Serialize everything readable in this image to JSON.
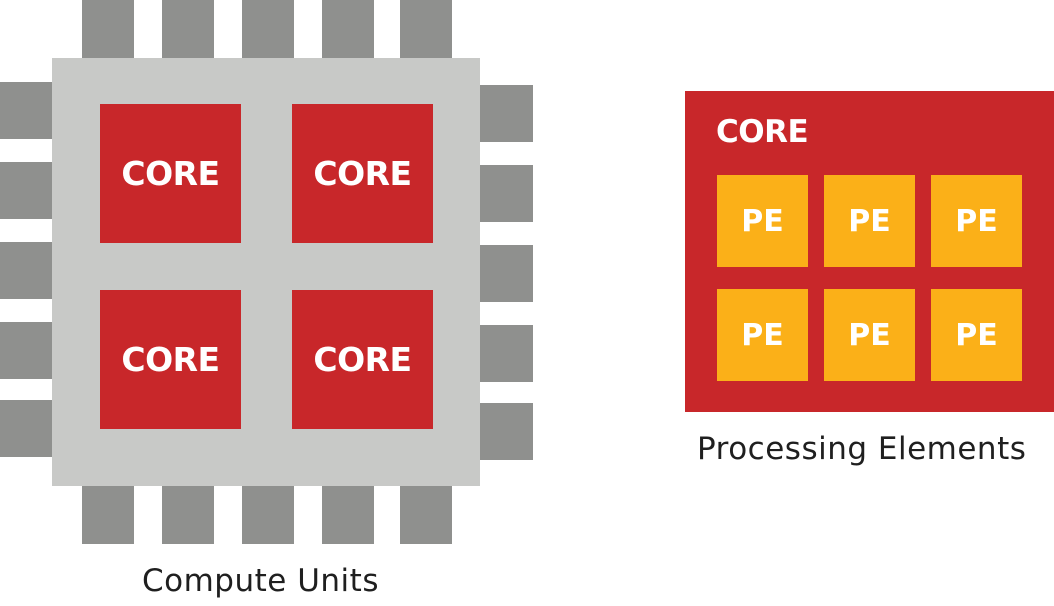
{
  "colors": {
    "core_red": "#c8272a",
    "pe_orange": "#fbb018",
    "chip_body_gray": "#c8c9c7",
    "pin_gray": "#8f908e",
    "caption_text": "#1f1f1f"
  },
  "compute_units": {
    "caption": "Compute Units",
    "pins_per_side": 5,
    "cores": [
      {
        "label": "CORE"
      },
      {
        "label": "CORE"
      },
      {
        "label": "CORE"
      },
      {
        "label": "CORE"
      }
    ]
  },
  "processing_elements": {
    "caption": "Processing Elements",
    "core_label": "CORE",
    "pes": [
      {
        "label": "PE"
      },
      {
        "label": "PE"
      },
      {
        "label": "PE"
      },
      {
        "label": "PE"
      },
      {
        "label": "PE"
      },
      {
        "label": "PE"
      }
    ]
  }
}
